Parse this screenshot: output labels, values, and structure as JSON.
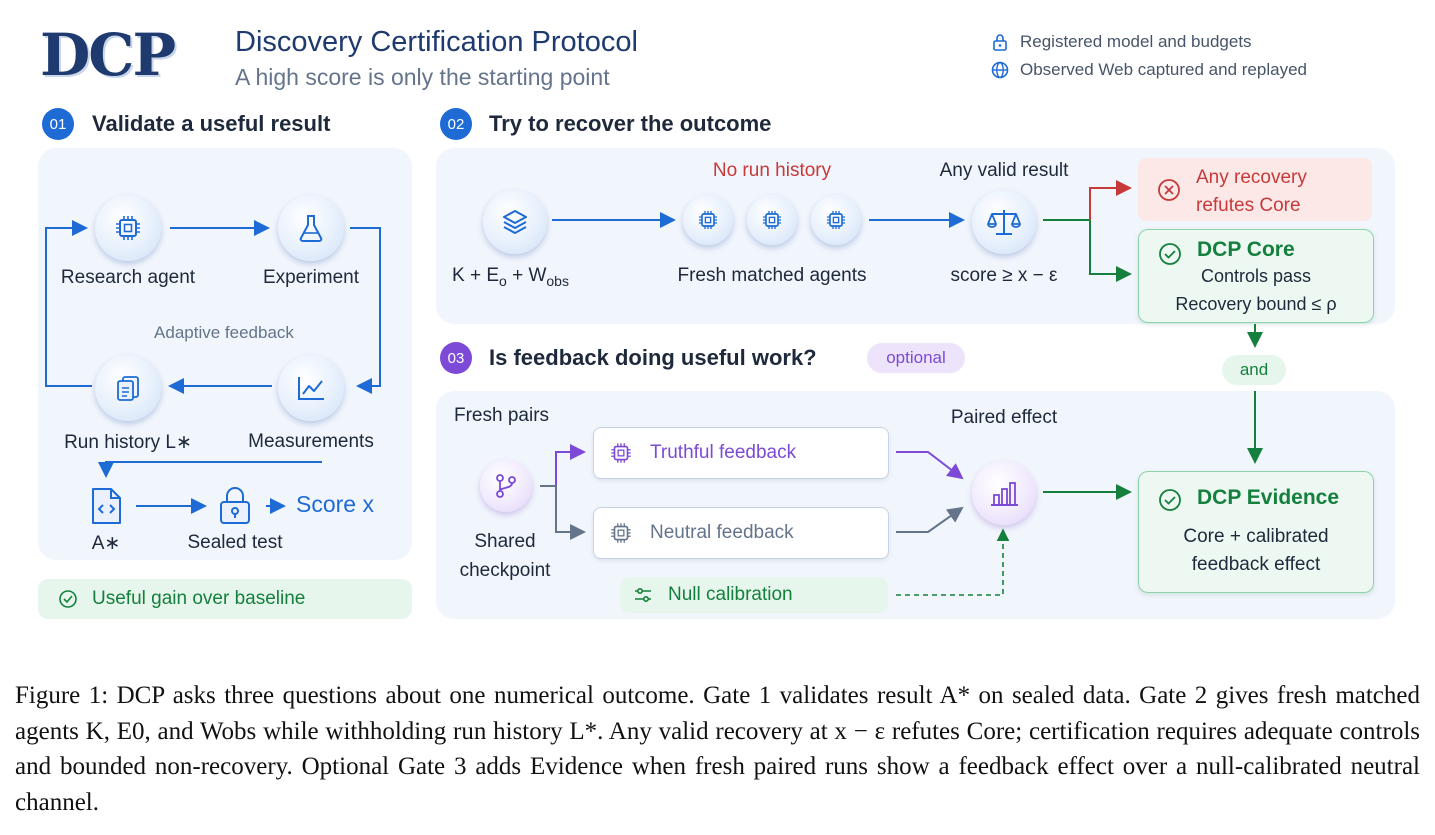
{
  "header": {
    "logo": "DCP",
    "title": "Discovery Certification Protocol",
    "subtitle": "A high score is only the starting point",
    "legend": [
      {
        "icon": "lock-icon",
        "text": "Registered model and budgets"
      },
      {
        "icon": "globe-icon",
        "text": "Observed Web captured and replayed"
      }
    ]
  },
  "gate1": {
    "num": "01",
    "title": "Validate a useful result",
    "nodes": {
      "research_agent": "Research agent",
      "experiment": "Experiment",
      "run_history": "Run history L∗",
      "measurements": "Measurements",
      "feedback_label": "Adaptive feedback",
      "a_star": "A∗",
      "sealed_test": "Sealed test",
      "score": "Score x"
    },
    "result": "Useful gain over baseline"
  },
  "gate2": {
    "num": "02",
    "title": "Try to recover the outcome",
    "inputs_label": "K + E",
    "inputs_sub0": "o",
    "inputs_mid": " + W",
    "inputs_sub1": "obs",
    "no_history": "No run history",
    "agents_label": "Fresh matched agents",
    "any_valid": "Any valid result",
    "score_cond": "score ≥ x − ε",
    "refute": "Any recovery refutes Core",
    "core_title": "DCP Core",
    "core_line1": "Controls pass",
    "core_line2": "Recovery bound ≤ ρ",
    "and": "and"
  },
  "gate3": {
    "num": "03",
    "title": "Is feedback doing useful work?",
    "badge": "optional",
    "fresh_pairs": "Fresh pairs",
    "checkpoint": "Shared checkpoint",
    "truthful": "Truthful feedback",
    "neutral": "Neutral feedback",
    "null_cal": "Null calibration",
    "paired_effect": "Paired effect",
    "evidence_title": "DCP Evidence",
    "evidence_line1": "Core + calibrated",
    "evidence_line2": "feedback effect"
  },
  "caption": "Figure 1: DCP asks three questions about one numerical outcome. Gate 1 validates result A* on sealed data. Gate 2 gives fresh matched agents K, E0, and Wobs while withholding run history L*. Any valid recovery at x − ε refutes Core; certification requires adequate controls and bounded non-recovery. Optional Gate 3 adds Evidence when fresh paired runs show a feedback effect over a null-calibrated neutral channel.",
  "colors": {
    "blue": "#1e6bd6",
    "purple": "#7c4ad6",
    "green": "#15803d",
    "red": "#c73a3a",
    "panel": "#f1f5fc"
  }
}
